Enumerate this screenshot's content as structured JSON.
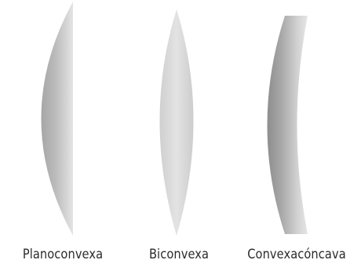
{
  "lenses": [
    {
      "id": "planoconvexa",
      "label": "Planoconvexa"
    },
    {
      "id": "biconvexa",
      "label": "Biconvexa"
    },
    {
      "id": "convexaconcava",
      "label": "Convexacóncava"
    }
  ]
}
